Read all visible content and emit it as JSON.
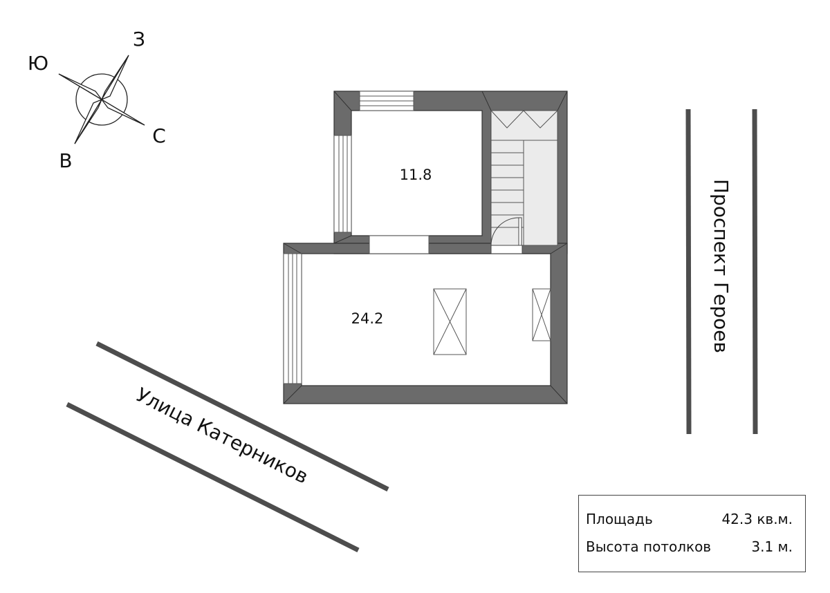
{
  "compass": {
    "n": "З",
    "w": "Ю",
    "e": "С",
    "s": "В"
  },
  "rooms": [
    {
      "id": "upper",
      "area": "11.8"
    },
    {
      "id": "lower",
      "area": "24.2"
    }
  ],
  "streets": {
    "right": "Проспект Героев",
    "bottom": "Улица Катерников"
  },
  "info": {
    "area_label": "Площадь",
    "area_value": "42.3 кв.м.",
    "height_label": "Высота потолков",
    "height_value": "3.1 м."
  },
  "colors": {
    "wall": "#6b6b6b",
    "wall_edge": "#333333",
    "stairs": "#ebebeb",
    "street": "#4d4d4d"
  }
}
